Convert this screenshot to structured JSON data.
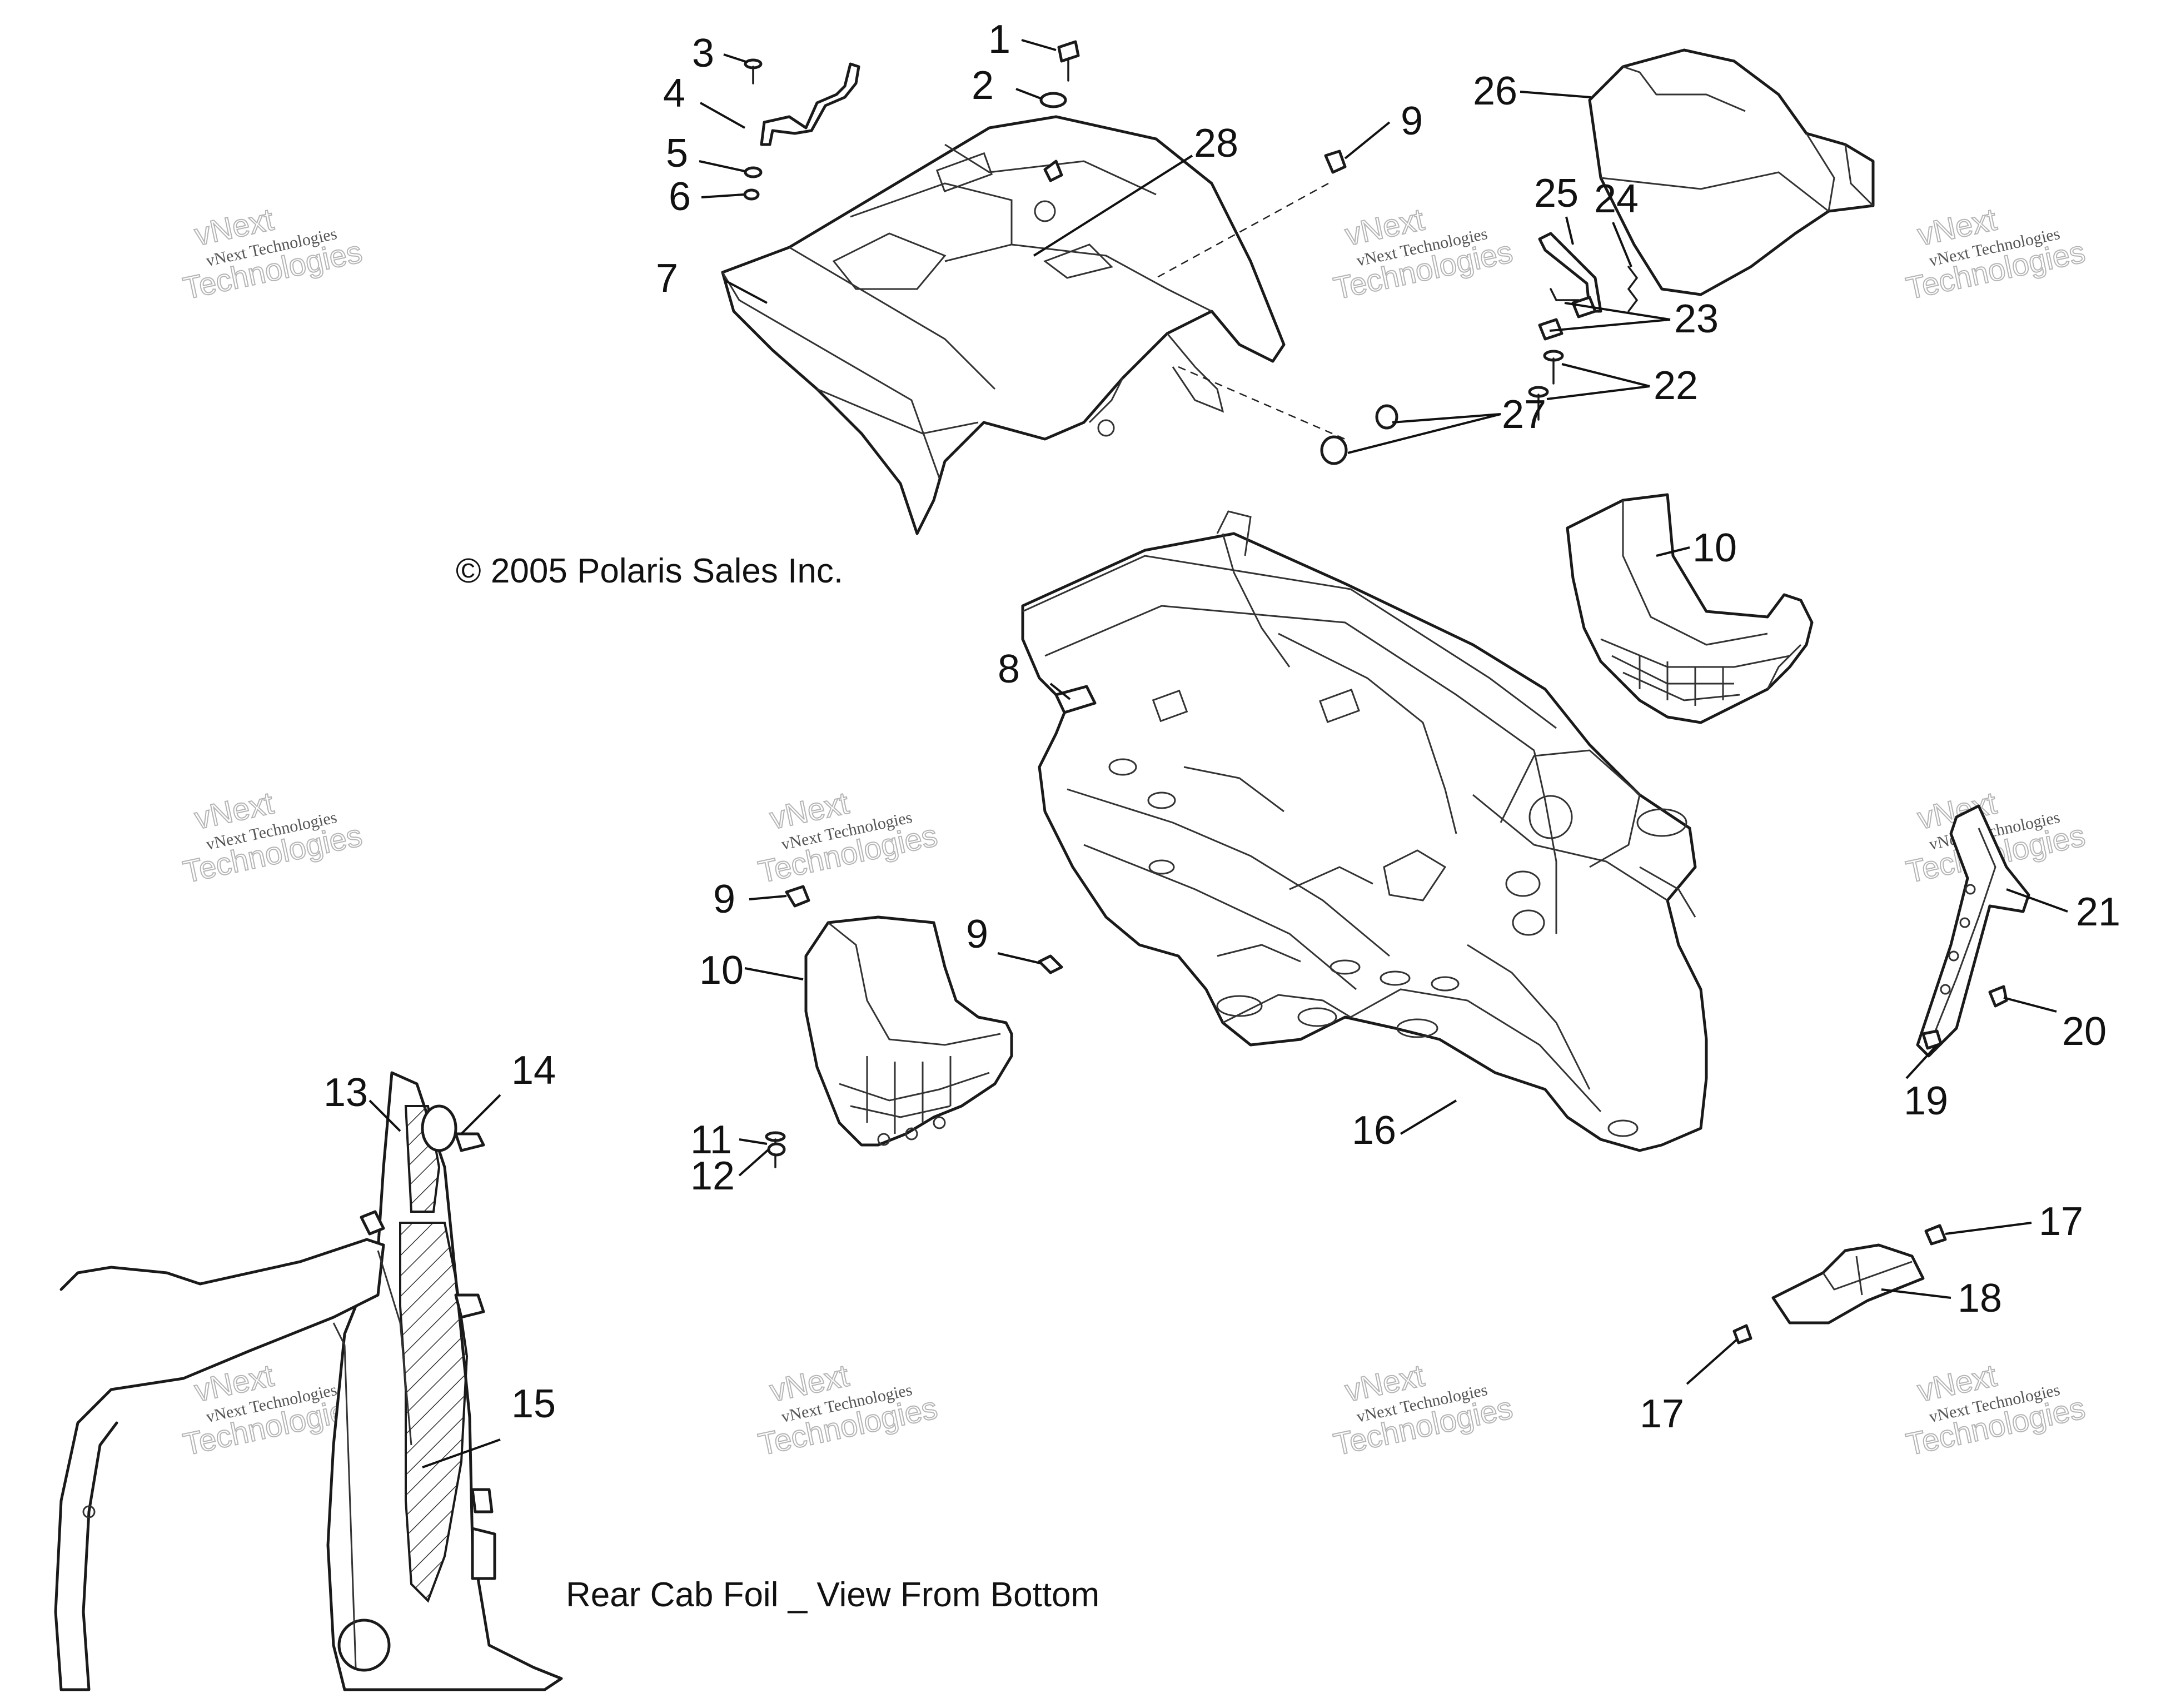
{
  "copyright": "© 2005 Polaris Sales Inc.",
  "caption": "Rear Cab Foil _ View From Bottom",
  "watermark": {
    "line1": "vNext Technologies",
    "line2": "Technologies",
    "line3": "vNext"
  },
  "callouts": {
    "c1": "1",
    "c2": "2",
    "c3": "3",
    "c4": "4",
    "c5": "5",
    "c6": "6",
    "c7": "7",
    "c8": "8",
    "c9a": "9",
    "c9b": "9",
    "c9c": "9",
    "c10a": "10",
    "c10b": "10",
    "c11": "11",
    "c12": "12",
    "c13": "13",
    "c14": "14",
    "c15": "15",
    "c16": "16",
    "c17a": "17",
    "c17b": "17",
    "c18": "18",
    "c19": "19",
    "c20": "20",
    "c21": "21",
    "c22": "22",
    "c23": "23",
    "c24": "24",
    "c25": "25",
    "c26": "26",
    "c27": "27",
    "c28": "28"
  }
}
